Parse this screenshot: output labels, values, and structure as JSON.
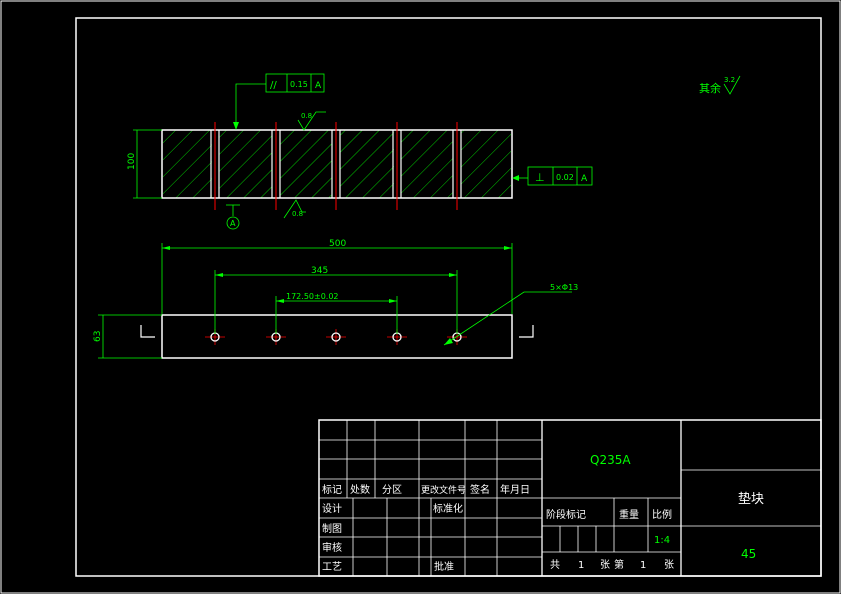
{
  "colors": {
    "background": "#000000",
    "border": "#ffffff",
    "geometry": "#ffffff",
    "dimension": "#00ff00",
    "centerline": "#ff0000",
    "hatch": "#00ff00"
  },
  "front_view": {
    "height_dim": "100",
    "tolerance_parallel": {
      "symbol": "//",
      "value": "0.15",
      "datum": "A"
    },
    "tolerance_perpendicular": {
      "symbol": "⊥",
      "value": "0.02",
      "datum": "A"
    },
    "roughness_top": "0.8",
    "roughness_bottom": "0.8",
    "datum_label": "A"
  },
  "top_view": {
    "overall_length": "500",
    "hole_span": "345",
    "hole_pitch": "172.50±0.02",
    "height_dim": "63",
    "hole_callout": "5×Φ13"
  },
  "roughness_note": {
    "text": "其余",
    "value": "3.2"
  },
  "title_block": {
    "material": "Q235A",
    "part_name": "垫块",
    "drawing_no": "45",
    "scale": "1:4",
    "sheet_info": {
      "total_label": "共",
      "total": "1",
      "sheet_unit": "张",
      "current_label": "第",
      "current": "1",
      "current_unit": "张"
    },
    "rev_headers": [
      "标记",
      "处数",
      "分区",
      "更改文件号",
      "签名",
      "年月日"
    ],
    "role_labels": {
      "design": "设计",
      "standard": "标准化",
      "drawing": "制图",
      "check": "审核",
      "process": "工艺",
      "approve": "批准"
    },
    "stage_headers": {
      "stage_mark": "阶段标记",
      "weight": "重量",
      "scale": "比例"
    }
  }
}
